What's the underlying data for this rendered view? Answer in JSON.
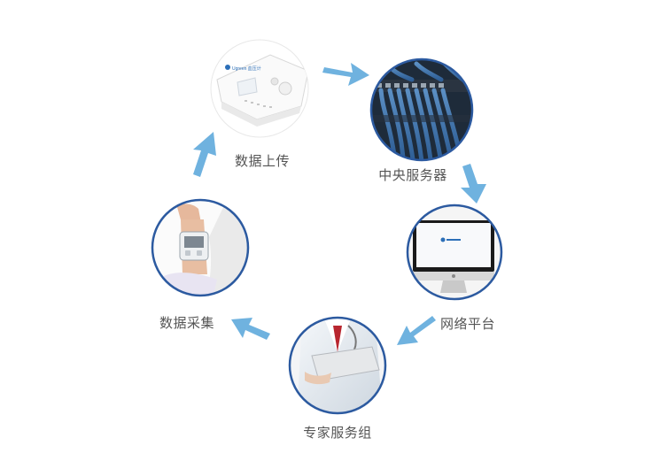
{
  "diagram": {
    "nodes": [
      {
        "id": "upload",
        "label": "数据上传",
        "device_logo": "Ugreen 血压计"
      },
      {
        "id": "server",
        "label": "中央服务器"
      },
      {
        "id": "platform",
        "label": "网络平台"
      },
      {
        "id": "experts",
        "label": "专家服务组"
      },
      {
        "id": "collect",
        "label": "数据采集"
      }
    ],
    "flow": [
      "upload",
      "server",
      "platform",
      "experts",
      "collect",
      "upload"
    ],
    "colors": {
      "arrow": "#6fb2df",
      "circle_border": "#2c5aa0",
      "label_text": "#555555",
      "background": "#ffffff"
    }
  }
}
